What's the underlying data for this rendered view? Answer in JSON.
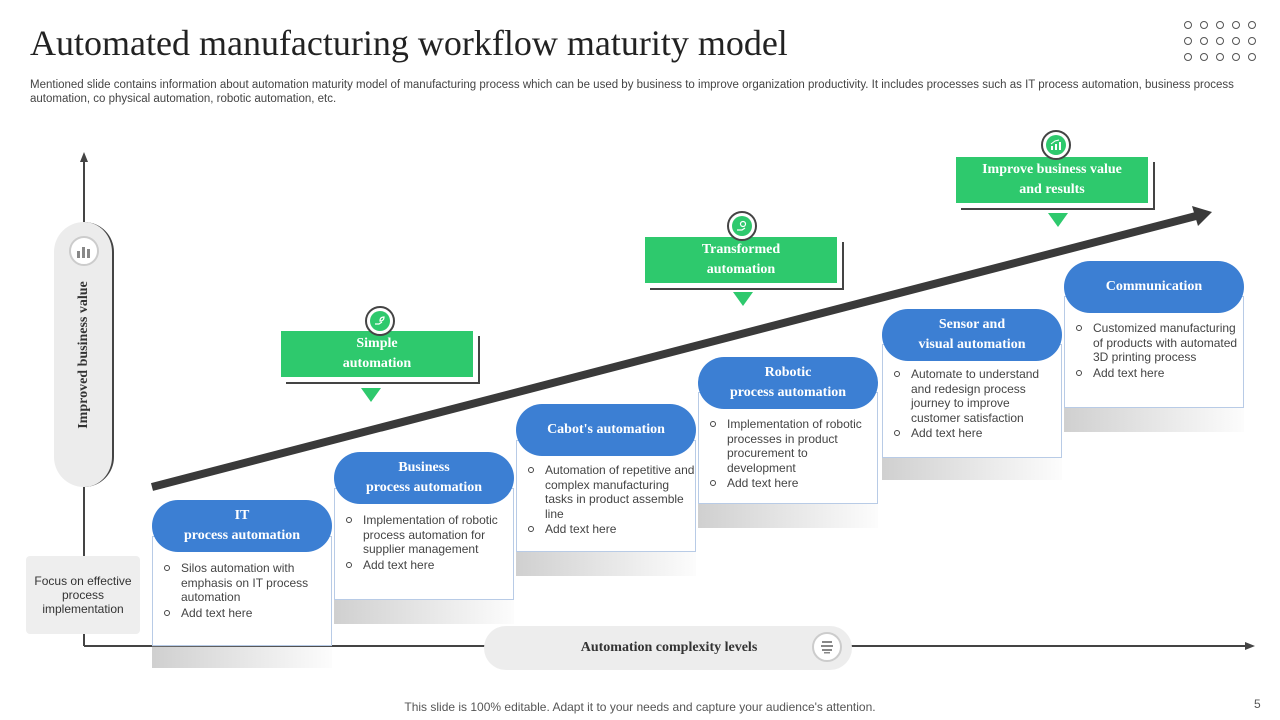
{
  "title": "Automated manufacturing workflow maturity model",
  "subtitle": "Mentioned slide contains information about automation maturity model of manufacturing process which can be used by business to improve organization productivity. It includes processes such as IT process automation, business process automation, co physical automation, robotic automation, etc.",
  "y_axis_label": "Improved business value",
  "x_axis_label": "Automation  complexity levels",
  "focus_label": "Focus on effective process implementation",
  "callouts": [
    {
      "line1": "Simple",
      "line2": "automation",
      "icon": "hand-sprout-icon"
    },
    {
      "line1": "Transformed",
      "line2": "automation",
      "icon": "hand-gear-icon"
    },
    {
      "line1": "Improve business value",
      "line2": "and results",
      "icon": "growth-chart-icon"
    }
  ],
  "steps": [
    {
      "line1": "IT",
      "line2": "process automation",
      "bullets": [
        "Silos automation with emphasis on IT process automation",
        "Add text here"
      ]
    },
    {
      "line1": "Business",
      "line2": "process automation",
      "bullets": [
        "Implementation of robotic process automation for supplier management",
        "Add text here"
      ]
    },
    {
      "line1": "Cabot's automation",
      "line2": "",
      "bullets": [
        "Automation of repetitive and complex manufacturing tasks in product assemble line",
        "Add text here"
      ]
    },
    {
      "line1": "Robotic",
      "line2": "process automation",
      "bullets": [
        "Implementation of robotic processes in product procurement to development",
        "Add text here"
      ]
    },
    {
      "line1": "Sensor and",
      "line2": "visual automation",
      "bullets": [
        "Automate to understand and redesign process journey to improve customer satisfaction",
        "Add text here"
      ]
    },
    {
      "line1": "Communication",
      "line2": "",
      "bullets": [
        "Customized manufacturing of products with automated 3D printing process",
        "Add text here"
      ]
    }
  ],
  "footer": "This slide is 100% editable. Adapt it to your needs and capture your audience's attention.",
  "page_number": "5",
  "colors": {
    "step_blue": "#3c7fd3",
    "callout_green": "#2ec96d",
    "arrow_dark": "#3a3a3a"
  }
}
